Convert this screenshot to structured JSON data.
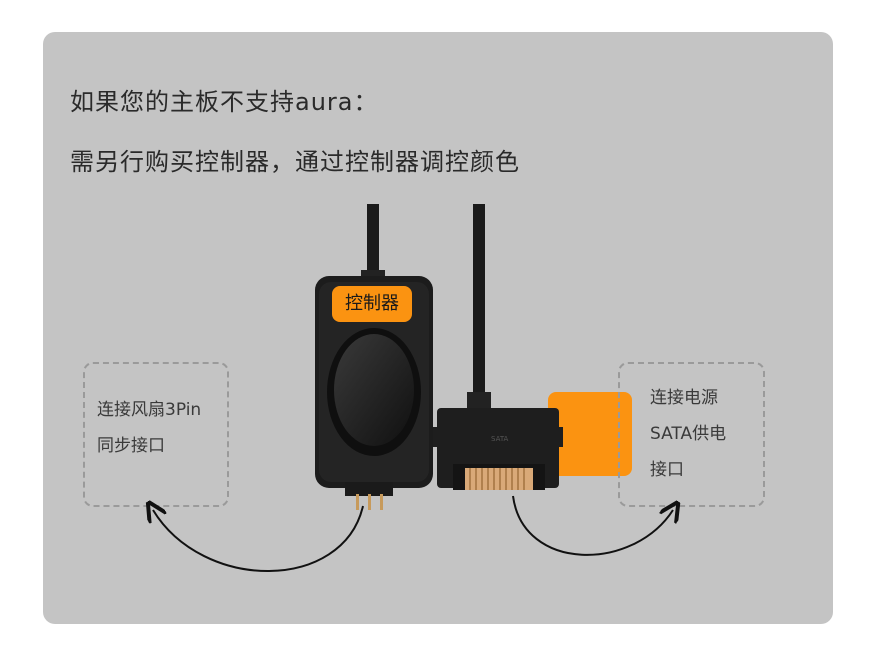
{
  "headline": {
    "line1": "如果您的主板不支持aura：",
    "line2": "需另行购买控制器，通过控制器调控颜色"
  },
  "controller": {
    "label": "控制器"
  },
  "left_box": {
    "line1": "连接风扇3Pin",
    "line2": "同步接口"
  },
  "right_box": {
    "line1": "连接电源",
    "line2": "SATA供电",
    "line3": "接口"
  },
  "colors": {
    "panel": "#c4c4c4",
    "accent": "#fb9311",
    "device": "#1c1c1c"
  },
  "icons": [
    "controller-device-image",
    "sata-connector-image",
    "curved-arrow-left-icon",
    "curved-arrow-right-icon"
  ]
}
